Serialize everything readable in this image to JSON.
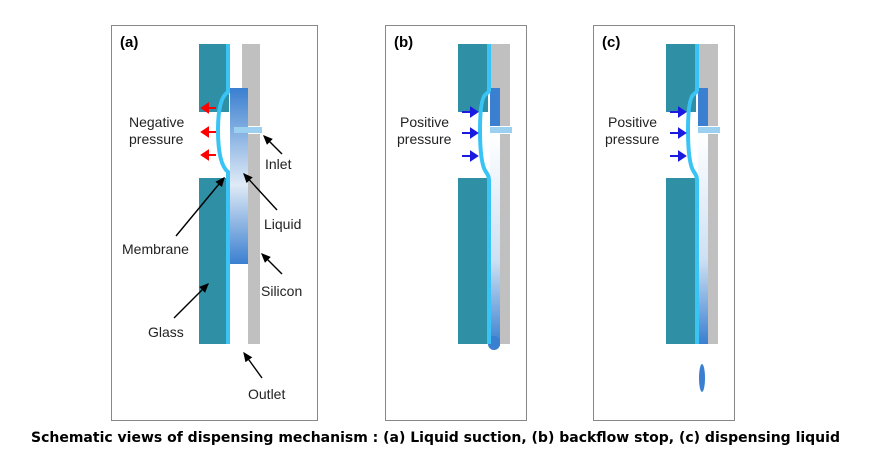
{
  "panels": [
    {
      "tag": "(a)",
      "pressure_label": [
        "Negative",
        "pressure"
      ],
      "labels": {
        "inlet": "Inlet",
        "liquid": "Liquid",
        "membrane": "Membrane",
        "silicon": "Silicon",
        "glass": "Glass",
        "outlet": "Outlet"
      }
    },
    {
      "tag": "(b)",
      "pressure_label": [
        "Positive",
        "pressure"
      ]
    },
    {
      "tag": "(c)",
      "pressure_label": [
        "Positive",
        "pressure"
      ]
    }
  ],
  "caption": "Schematic views of dispensing mechanism : (a) Liquid suction, (b) backflow stop, (c) dispensing liquid",
  "colors": {
    "glass": "#2e8fa5",
    "silicon": "#c0c0c0",
    "membrane": "#39c4f5",
    "liquid": "#3a7fd0",
    "negative_arrow": "#ff0000",
    "positive_arrow": "#1a1ae0"
  }
}
